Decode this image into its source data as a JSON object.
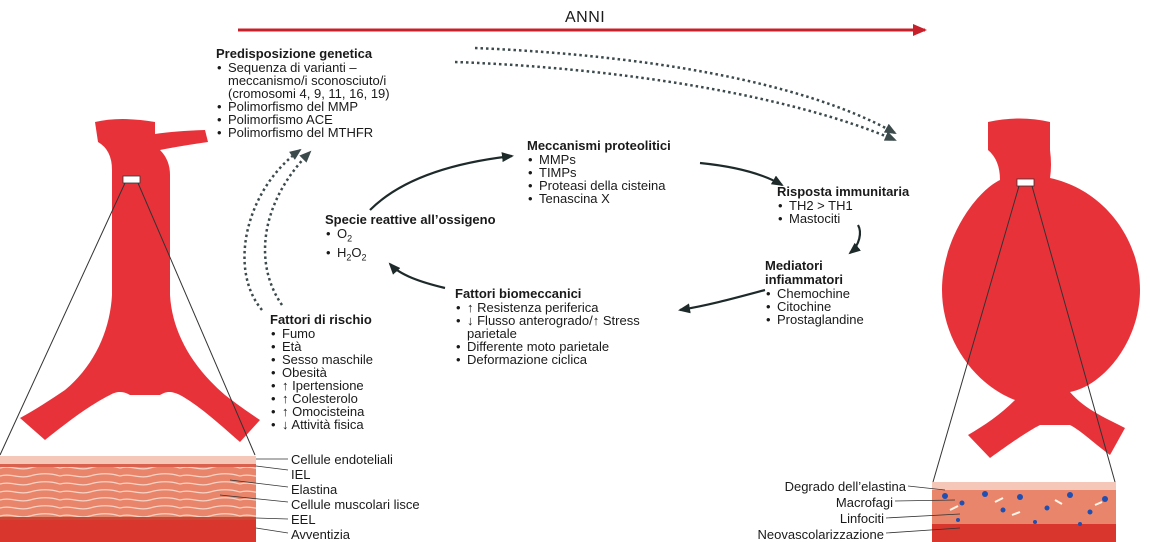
{
  "timeline_label": "ANNI",
  "genetic": {
    "title": "Predisposizione genetica",
    "items": [
      "Sequenza di varianti –",
      "meccanismo/i sconosciuto/i",
      "(cromosomi 4, 9, 11, 16, 19)",
      "Polimorfismo del MMP",
      "Polimorfismo ACE",
      "Polimorfismo del MTHFR"
    ]
  },
  "proteolytic": {
    "title": "Meccanismi proteolitici",
    "items": [
      "MMPs",
      "TIMPs",
      "Proteasi della cisteina",
      "Tenascina X"
    ]
  },
  "immune": {
    "title": "Risposta immunitaria",
    "items": [
      "TH2 > TH1",
      "Mastociti"
    ]
  },
  "mediators": {
    "title_line1": "Mediatori",
    "title_line2": "infiammatori",
    "items": [
      "Chemochine",
      "Citochine",
      "Prostaglandine"
    ]
  },
  "ros": {
    "title": "Specie reattive all’ossigeno",
    "items": [
      "O",
      "H",
      "O"
    ],
    "subs": [
      "2",
      "2",
      "2"
    ]
  },
  "biomech": {
    "title": "Fattori biomeccanici",
    "items": [
      "↑ Resistenza periferica",
      "↓ Flusso anterogrado/↑ Stress",
      "parietale",
      "Differente moto parietale",
      "Deformazione ciclica"
    ]
  },
  "risk": {
    "title": "Fattori di rischio",
    "items": [
      "Fumo",
      "Età",
      "Sesso maschile",
      "Obesità",
      "↑ Ipertensione",
      "↑ Colesterolo",
      "↑ Omocisteina",
      "↓ Attività fisica"
    ]
  },
  "normal_wall_labels": [
    "Cellule endoteliali",
    "IEL",
    "Elastina",
    "Cellule muscolari lisce",
    "EEL",
    "Avventizia"
  ],
  "aneurysm_wall_labels": [
    "Degrado dell’elastina",
    "Macrofagi",
    "Linfociti",
    "Neovascolarizzazione"
  ],
  "colors": {
    "vessel": "#e8323a",
    "arrow_red": "#c8202a",
    "dark_arrow": "#1e2a2a",
    "dotted": "#3c4a4c",
    "wall_light": "#f4c7b8",
    "wall_mid": "#e9856a",
    "cell_blue": "#1f4fb3"
  }
}
